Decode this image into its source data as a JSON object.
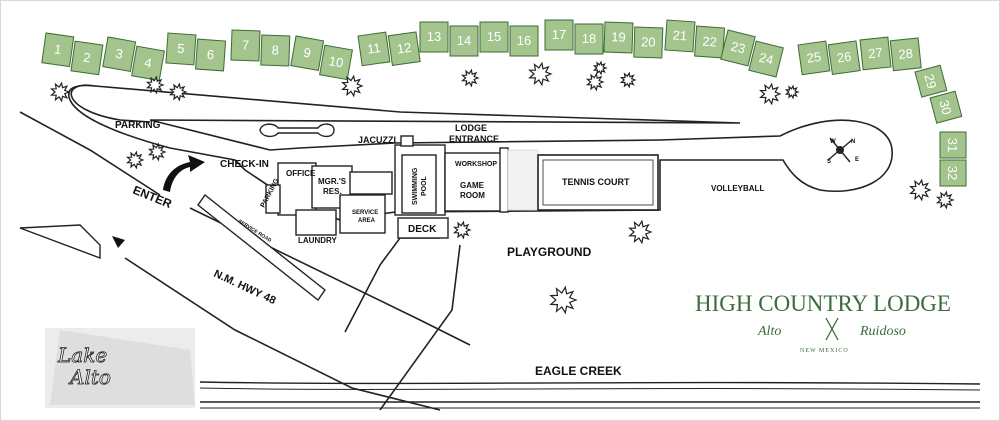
{
  "units": [
    "1",
    "2",
    "3",
    "4",
    "5",
    "6",
    "7",
    "8",
    "9",
    "10",
    "11",
    "12",
    "13",
    "14",
    "15",
    "16",
    "17",
    "18",
    "19",
    "20",
    "21",
    "22",
    "23",
    "24",
    "25",
    "26",
    "27",
    "28",
    "29",
    "30",
    "31",
    "32"
  ],
  "labels": {
    "parking": "PARKING",
    "check_in": "CHECK-IN",
    "enter": "ENTER",
    "office": "OFFICE",
    "parking_small": "PARKING",
    "mgrs_res_1": "MGR.'S",
    "mgrs_res_2": "RES.",
    "service_area_1": "SERVICE",
    "service_area_2": "AREA",
    "laundry": "LAUNDRY",
    "service_road": "SERVICE ROAD",
    "highway": "N.M. HWY 48",
    "jacuzzi": "JACUZZI",
    "lodge_entrance_1": "LODGE",
    "lodge_entrance_2": "ENTRANCE",
    "workshop": "WORKSHOP",
    "swimming_pool_1": "SWIMMING",
    "swimming_pool_2": "POOL",
    "game_room_1": "GAME",
    "game_room_2": "ROOM",
    "tennis_court": "TENNIS COURT",
    "volleyball": "VOLLEYBALL",
    "deck": "DECK",
    "playground": "PLAYGROUND",
    "eagle_creek": "EAGLE CREEK",
    "lake_alto_1": "Lake",
    "lake_alto_2": "Alto"
  },
  "brand": {
    "name": "HIGH COUNTRY LODGE",
    "left": "Alto",
    "right": "Ruidoso",
    "state": "NEW MEXICO"
  },
  "compass": {
    "n": "N",
    "e": "E",
    "s": "S",
    "w": "W"
  },
  "colors": {
    "cabin_fill": "#a3c48c",
    "cabin_stroke": "#3e6b36",
    "brand": "#3c6b3c"
  }
}
